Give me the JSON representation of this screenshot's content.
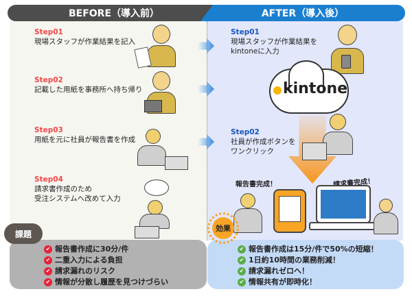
{
  "header": {
    "before": "BEFORE（導入前）",
    "after": "AFTER（導入後）"
  },
  "before_steps": [
    {
      "step": "Step01",
      "text": [
        "現場スタッフが作業結果を記入"
      ]
    },
    {
      "step": "Step02",
      "text": [
        "記載した用紙を事務所へ持ち帰り"
      ]
    },
    {
      "step": "Step03",
      "text": [
        "用紙を元に社員が報告書を作成"
      ]
    },
    {
      "step": "Step04",
      "text": [
        "請求書作成のため",
        "受注システムへ改めて入力"
      ]
    }
  ],
  "after_steps": [
    {
      "step": "Step01",
      "text": [
        "現場スタッフが作業結果を",
        "kintoneに入力"
      ]
    },
    {
      "step": "Step02",
      "text": [
        "社員が作成ボタンを",
        "ワンクリック"
      ]
    }
  ],
  "kintone_logo": "kintone",
  "bubbles": {
    "report": "報告書完成！",
    "invoice": "請求書完成！"
  },
  "issues": {
    "label": "課題",
    "items": [
      "報告書作成に30分/件",
      "二重入力による負担",
      "請求漏れのリスク",
      "情報が分散し履歴を見つけづらい"
    ]
  },
  "effects": {
    "label": "効果",
    "items": [
      "報告書作成は15分/件で50%の短縮！",
      "1日約10時間の業務削減！",
      "請求漏れゼロへ！",
      "情報共有が即時化！"
    ]
  },
  "colors": {
    "before_header": "#4d4d4d",
    "after_header": "#1b7fcf",
    "step_before": "#f04848",
    "step_after": "#1a56b8",
    "issue_check": "#e8233a",
    "effect_check": "#5aae4a",
    "effect_badge": "#f8a526"
  }
}
